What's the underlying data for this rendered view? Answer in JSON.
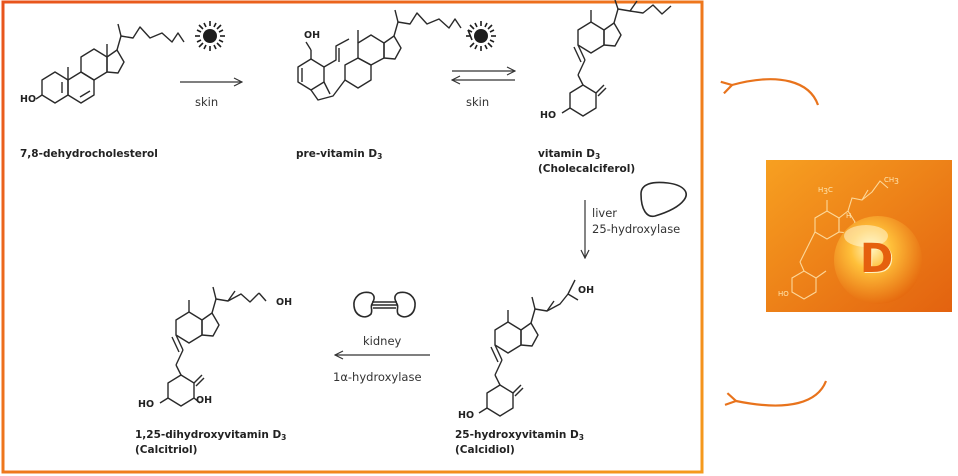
{
  "compounds": {
    "c1": {
      "name": "7,8-dehydrocholesterol",
      "sub": "",
      "alt": ""
    },
    "c2": {
      "name": "pre-vitamin D",
      "sub": "3",
      "alt": ""
    },
    "c3": {
      "name": "vitamin D",
      "sub": "3",
      "alt": "(Cholecalciferol)"
    },
    "c4": {
      "name": "25-hydroxyvitamin D",
      "sub": "3",
      "alt": "(Calcidiol)"
    },
    "c5": {
      "name": "1,25-dihydroxyvitamin D",
      "sub": "3",
      "alt": "(Calcitriol)"
    }
  },
  "steps": {
    "s1": {
      "label": "skin"
    },
    "s2": {
      "label": "skin"
    },
    "s3": {
      "line1": "liver",
      "line2": "25-hydroxylase"
    },
    "s4": {
      "line1": "kidney",
      "line2": "1α-hydroxylase"
    }
  },
  "atoms": {
    "ho": "HO",
    "oh": "OH"
  },
  "badge": {
    "letter": "D",
    "ch3": "CH",
    "ch3_sub": "3",
    "h3c": "H",
    "h3c_sub": "3",
    "h3c_c": "C",
    "h": "H",
    "ho": "HO"
  },
  "colors": {
    "frame": "#e8541c",
    "frame_end": "#f59a1c",
    "arrow": "#e8731c",
    "badge_bg": "#f28a1a"
  },
  "icons": [
    "sun-icon",
    "liver-icon",
    "kidney-icon",
    "curved-arrow-icon"
  ]
}
